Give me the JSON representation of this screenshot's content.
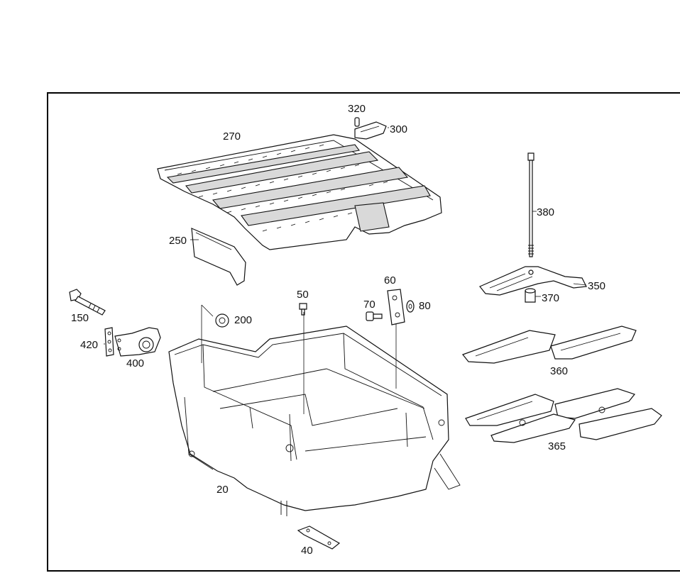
{
  "diagram": {
    "part_labels": [
      "270",
      "320",
      "300",
      "250",
      "380",
      "350",
      "370",
      "150",
      "200",
      "50",
      "70",
      "60",
      "80",
      "420",
      "400",
      "360",
      "365",
      "20",
      "40"
    ]
  }
}
